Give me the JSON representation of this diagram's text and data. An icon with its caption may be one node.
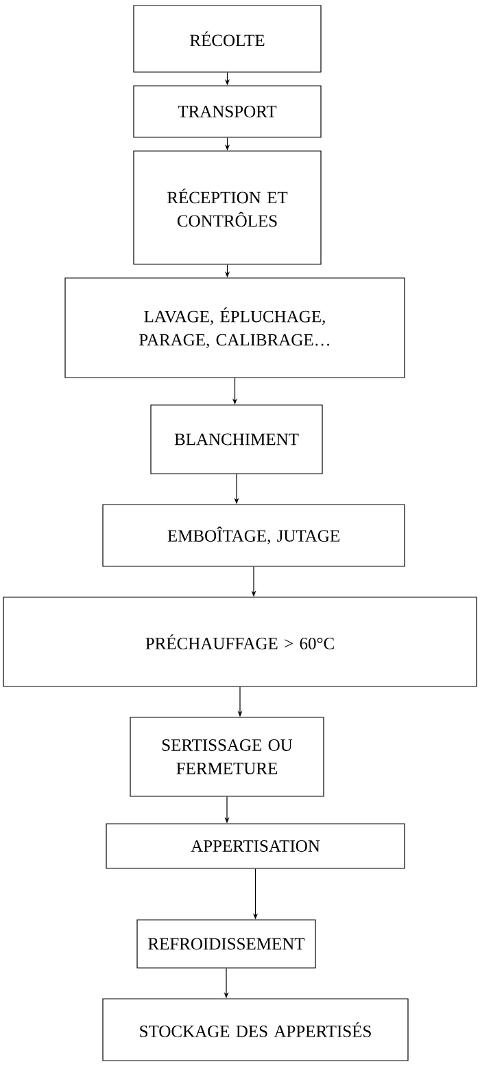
{
  "diagram": {
    "nodes": [
      {
        "text": [
          "RÉCOLTE"
        ]
      },
      {
        "text": [
          "TRANSPORT"
        ]
      },
      {
        "text": [
          "RÉCEPTION ET CONTRÔLES"
        ]
      },
      {
        "text": [
          "LAVAGE, ÉPLUCHAGE, PARAGE, CALIBRAGE…"
        ]
      },
      {
        "text": [
          "BLANCHIMENT"
        ]
      },
      {
        "text": [
          "EMBOÎTAGE, JUTAGE"
        ]
      },
      {
        "text": [
          "PRÉCHAUFFAGE > 60°C"
        ]
      },
      {
        "text": [
          "SERTISSAGE OU FERMETURE"
        ]
      },
      {
        "text": [
          "APPERTISATION"
        ]
      },
      {
        "text": [
          "REFROIDISSEMENT"
        ]
      },
      {
        "text": [
          "STOCKAGE DES APPERTISÉS"
        ]
      }
    ],
    "edges": [
      {
        "from": 0,
        "to": 1,
        "arrow": "to"
      },
      {
        "from": 1,
        "to": 2,
        "arrow": "to"
      },
      {
        "from": 2,
        "to": 3,
        "arrow": "to"
      },
      {
        "from": 3,
        "to": 4,
        "arrow": "to"
      },
      {
        "from": 4,
        "to": 5,
        "arrow": "to"
      },
      {
        "from": 5,
        "to": 6,
        "arrow": "to"
      },
      {
        "from": 6,
        "to": 7,
        "arrow": "to"
      },
      {
        "from": 7,
        "to": 8,
        "arrow": "to"
      },
      {
        "from": 8,
        "to": 9,
        "arrow": "to"
      },
      {
        "from": 9,
        "to": 10,
        "arrow": "to"
      }
    ]
  }
}
